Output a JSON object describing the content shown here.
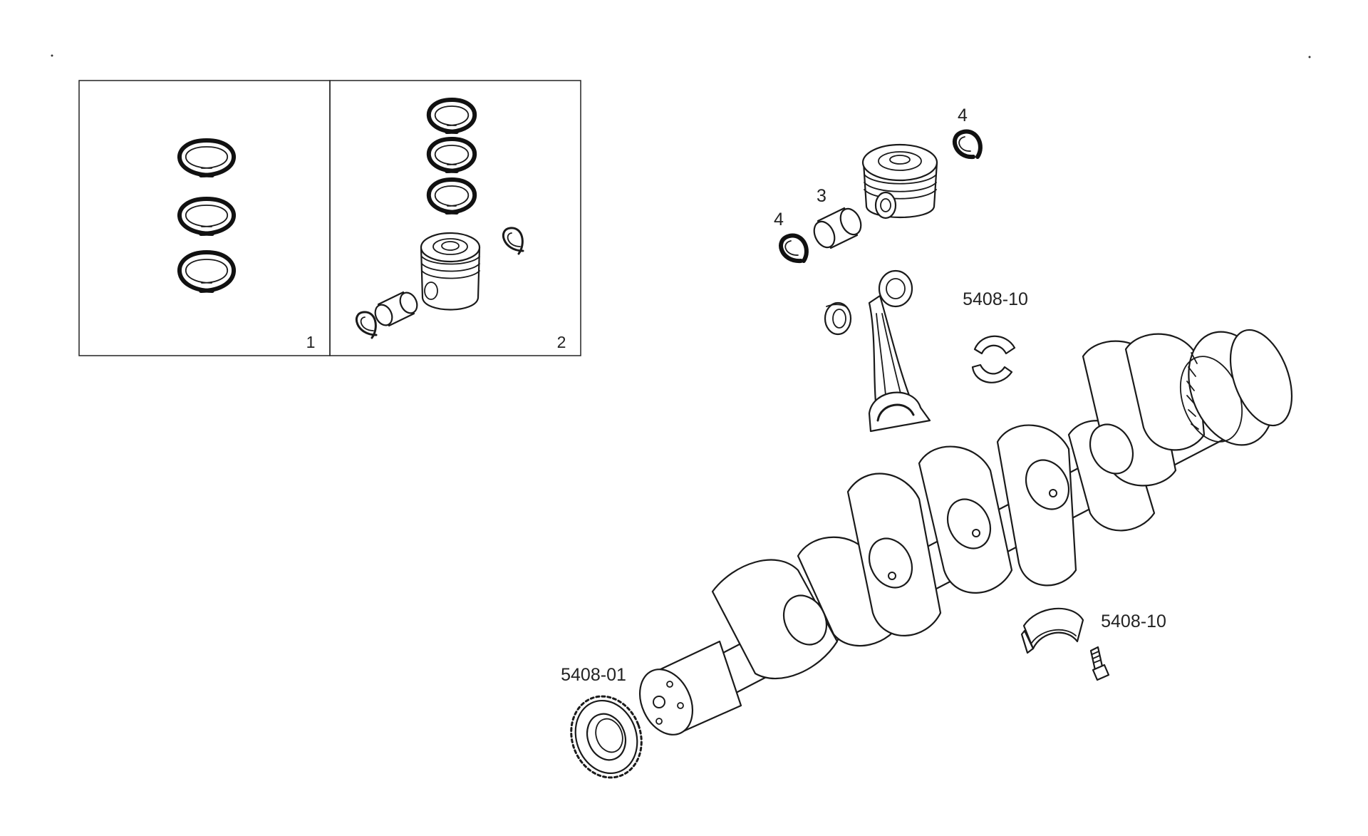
{
  "diagram": {
    "kit_boxes": [
      {
        "number": "1"
      },
      {
        "number": "2"
      }
    ],
    "callouts": {
      "ring_right_top": "4",
      "pin": "3",
      "ring_right_left": "4",
      "conrod": "5408-10",
      "main_bearing": "5408-10",
      "timing_gear": "5408-01"
    }
  }
}
